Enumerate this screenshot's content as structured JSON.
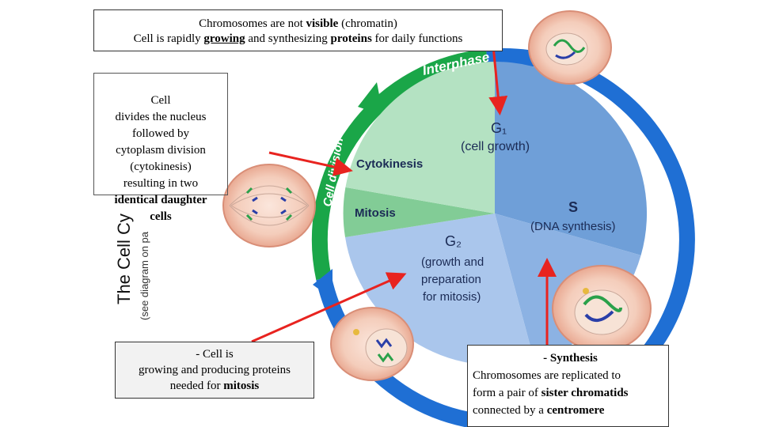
{
  "title": {
    "main": "The Cell Cy",
    "sub": "(see diagram on pa"
  },
  "diagram": {
    "ring_interphase": "Interphase",
    "ring_division": "Cell division",
    "g1_label": "G₁",
    "g1_sub": "(cell growth)",
    "s_label": "S",
    "s_sub": "(DNA synthesis)",
    "g2_label": "G₂",
    "g2_sub1": "(growth and",
    "g2_sub2": "preparation",
    "g2_sub3": "for mitosis)",
    "mitosis_label": "Mitosis",
    "cytokinesis_label": "Cytokinesis"
  },
  "boxes": {
    "top": {
      "line1_pre": "Chromosomes are not ",
      "line1_bold": "visible",
      "line1_post": " (chromatin)",
      "line2_pre": "Cell is rapidly ",
      "line2_bold1": "growing",
      "line2_mid": " and synthesizing ",
      "line2_bold2": "proteins",
      "line2_post": " for daily functions"
    },
    "left": {
      "l1": "Cell",
      "l2": "divides the nucleus",
      "l3": "followed by",
      "l4": "cytoplasm division",
      "l5": "(cytokinesis)",
      "l6": "resulting in two",
      "l7_bold": "identical daughter",
      "l8_bold": "cells"
    },
    "g2": {
      "l1": "- Cell is",
      "l2": "growing and producing proteins",
      "l3_pre": "needed for ",
      "l3_bold": "mitosis"
    },
    "s": {
      "title": "- Synthesis",
      "l1": "Chromosomes are replicated to",
      "l2_pre": "form a pair of ",
      "l2_bold": "sister chromatids",
      "l3_pre": "connected by a ",
      "l3_bold": "centromere"
    }
  },
  "colors": {
    "interphase_ring": "#1f6fd4",
    "division_ring": "#1aa648",
    "g1": "#6f9fd8",
    "s": "#8cb2e3",
    "g2": "#aac6ec",
    "mitosis": "#82cc96",
    "cytokinesis": "#b4e2c2",
    "arrow": "#e8231f"
  }
}
